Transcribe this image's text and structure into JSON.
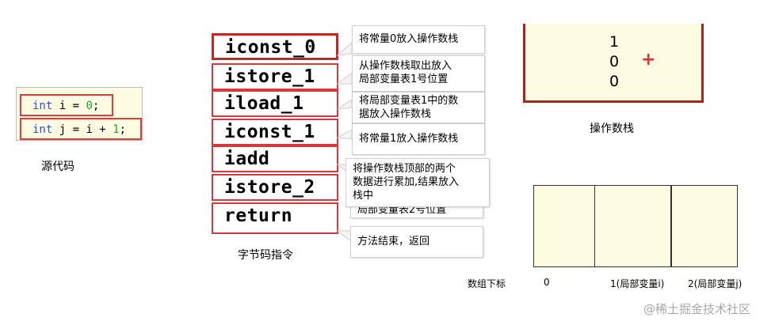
{
  "source": {
    "caption": "源代码",
    "line1": {
      "keyword": "int",
      "rest": " i = ",
      "number": "0",
      "end": ";"
    },
    "line2": {
      "keyword": "int",
      "rest": " j = i + ",
      "number": "1",
      "end": ";"
    }
  },
  "bytecode": {
    "caption": "字节码指令",
    "instructions": [
      "iconst_0",
      "istore_1",
      "iload_1",
      "iconst_1",
      "iadd",
      "istore_2",
      "return"
    ]
  },
  "callouts": [
    {
      "lines": [
        "将常量0放入操作数栈"
      ]
    },
    {
      "lines": [
        "从操作数栈取出放入",
        "局部变量表1号位置"
      ]
    },
    {
      "lines": [
        "将局部变量表1中的数",
        "据放入操作数栈"
      ]
    },
    {
      "lines": [
        "将常量1放入操作数栈"
      ]
    },
    {
      "lines": [
        "将操作数栈顶部的两个",
        "数据进行累加,结果放入",
        "栈中"
      ]
    },
    {
      "lines": [
        "局部变量表2号位置"
      ]
    },
    {
      "lines": [
        "方法结束，返回"
      ]
    }
  ],
  "operand_stack": {
    "caption": "操作数栈",
    "values": [
      "1",
      "0",
      "0"
    ],
    "operator": "+"
  },
  "locals": {
    "row_label": "数组下标",
    "slot_labels": [
      "0",
      "1(局部变量i)",
      "2(局部变量j)"
    ]
  },
  "watermark": "@稀土掘金技术社区",
  "colors": {
    "accent": "#d9363e",
    "box_fill": "#fefbe3"
  }
}
